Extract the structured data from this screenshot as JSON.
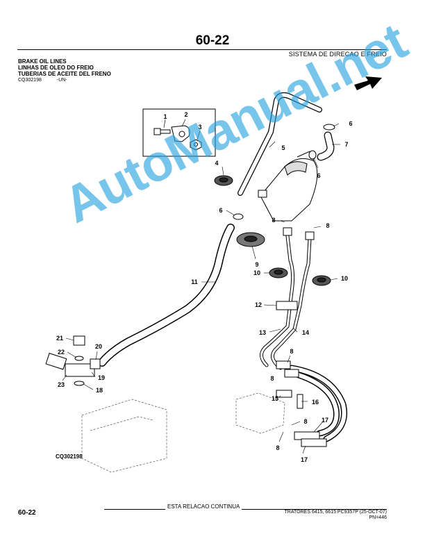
{
  "header": {
    "page_number": "60-22",
    "section_title": "SISTEMA DE DIRECAO E FREIO"
  },
  "captions": {
    "english": "BRAKE OIL LINES",
    "portuguese": "LINHAS DE OLEO DO FREIO",
    "spanish": "TUBERIAS DE ACEITE DEL FRENO"
  },
  "figure": {
    "ref_top": "CQ302198",
    "ref_top_suffix": "-UN-",
    "ref_bottom": "CQ302198",
    "callouts": [
      "1",
      "2",
      "3",
      "4",
      "5",
      "6",
      "7",
      "6",
      "6",
      "8",
      "8",
      "9",
      "10",
      "10",
      "11",
      "12",
      "13",
      "14",
      "8",
      "21",
      "20",
      "22",
      "19",
      "23",
      "18",
      "8",
      "15",
      "16",
      "17",
      "8",
      "8",
      "17"
    ]
  },
  "footer": {
    "continues": "ESTA RELACAO CONTINUA",
    "page_number": "60-22",
    "publication": "TRATORES 6415, 6615   PC9357P   (25-OCT-07)",
    "pn": "PN=446"
  },
  "watermark": {
    "text": "AutoManual.net",
    "color": "#27a3e0"
  }
}
